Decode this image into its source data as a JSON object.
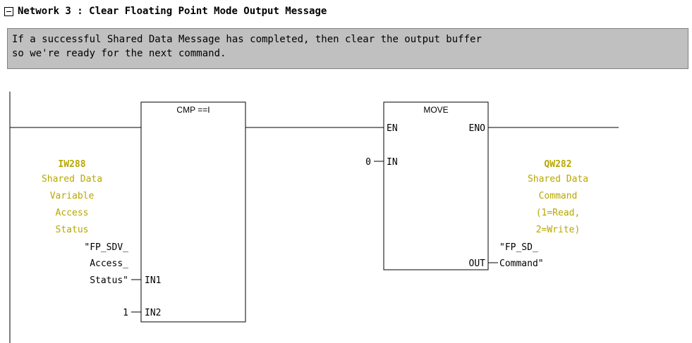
{
  "network": {
    "label": "Network 3",
    "separator": " : ",
    "title": "Clear Floating Point Mode Output Message"
  },
  "comment": {
    "line1": "If a successful Shared Data Message has completed, then clear the output buffer",
    "line2": "so we're ready for the next command."
  },
  "cmp_block": {
    "title": "CMP ==I",
    "pin_in1": "IN1",
    "pin_in2": "IN2",
    "in1_address": "IW288",
    "in1_comment": [
      "Shared Data",
      "Variable",
      "Access",
      "Status"
    ],
    "in1_symbol": [
      "\"FP_SDV_",
      "Access_",
      "Status\""
    ],
    "in2_value": "1"
  },
  "move_block": {
    "title": "MOVE",
    "pin_en": "EN",
    "pin_eno": "ENO",
    "pin_in": "IN",
    "pin_out": "OUT",
    "in_value": "0",
    "out_address": "QW282",
    "out_comment": [
      "Shared Data",
      "Command",
      "(1=Read,",
      "2=Write)"
    ],
    "out_symbol": [
      "\"FP_SD_",
      "Command\""
    ]
  },
  "colors": {
    "operand_comment": "#b8a700",
    "comment_bg": "#c0c0c0"
  }
}
